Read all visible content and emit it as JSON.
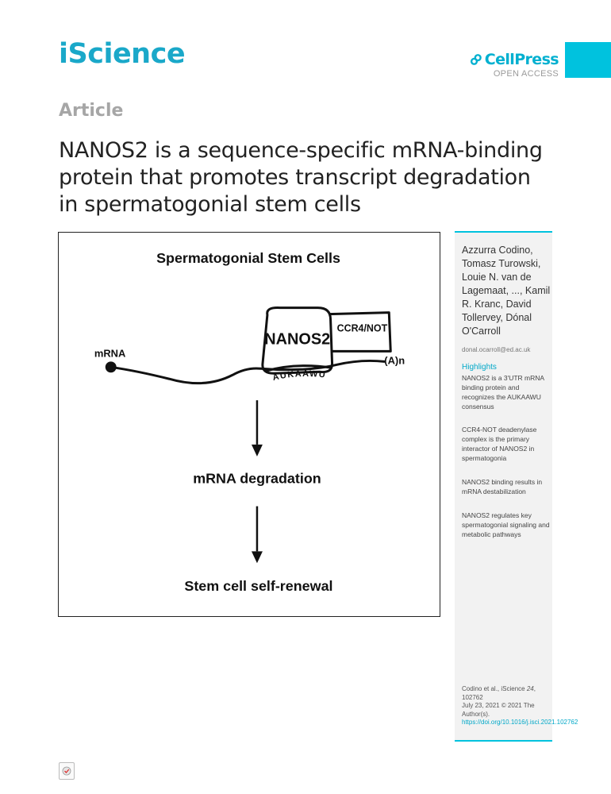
{
  "header": {
    "journal": "iScience",
    "publisher": "CellPress",
    "access": "OPEN ACCESS",
    "publisher_icon": "cellpress-icon"
  },
  "article": {
    "type": "Article",
    "title": "NANOS2 is a sequence-specific mRNA-binding protein that promotes transcript degradation in spermatogonial stem cells"
  },
  "graphical_abstract": {
    "heading": "Spermatogonial Stem Cells",
    "protein": "NANOS2",
    "complex": "CCR4/NOT",
    "mrna_label": "mRNA",
    "polya_label": "(A)n",
    "motif": "AUKAAWU",
    "step1": "mRNA degradation",
    "step2": "Stem cell self-renewal"
  },
  "sidebar": {
    "authors": "Azzurra Codino, Tomasz Turowski, Louie N. van de Lagemaat, ..., Kamil R. Kranc, David Tollervey, Dónal O'Carroll",
    "email": "donal.ocarroll@ed.ac.uk",
    "highlights_label": "Highlights",
    "highlights": [
      "NANOS2 is a 3′UTR mRNA binding protein and recognizes the AUKAAWU consensus",
      "CCR4-NOT deadenylase complex is the primary interactor of NANOS2 in spermatogonia",
      "NANOS2 binding results in mRNA destabilization",
      "NANOS2 regulates key spermatogonial signaling and metabolic pathways"
    ],
    "citation_authors": "Codino et al., iScience",
    "citation_volume": "24",
    "citation_article": ", 102762",
    "citation_date": "July 23, 2021 © 2021 The Author(s).",
    "doi": "https://doi.org/10.1016/j.isci.2021.102762"
  },
  "footer": {
    "update_badge_icon": "check-for-updates-icon",
    "update_badge_text": "Check for updates"
  }
}
